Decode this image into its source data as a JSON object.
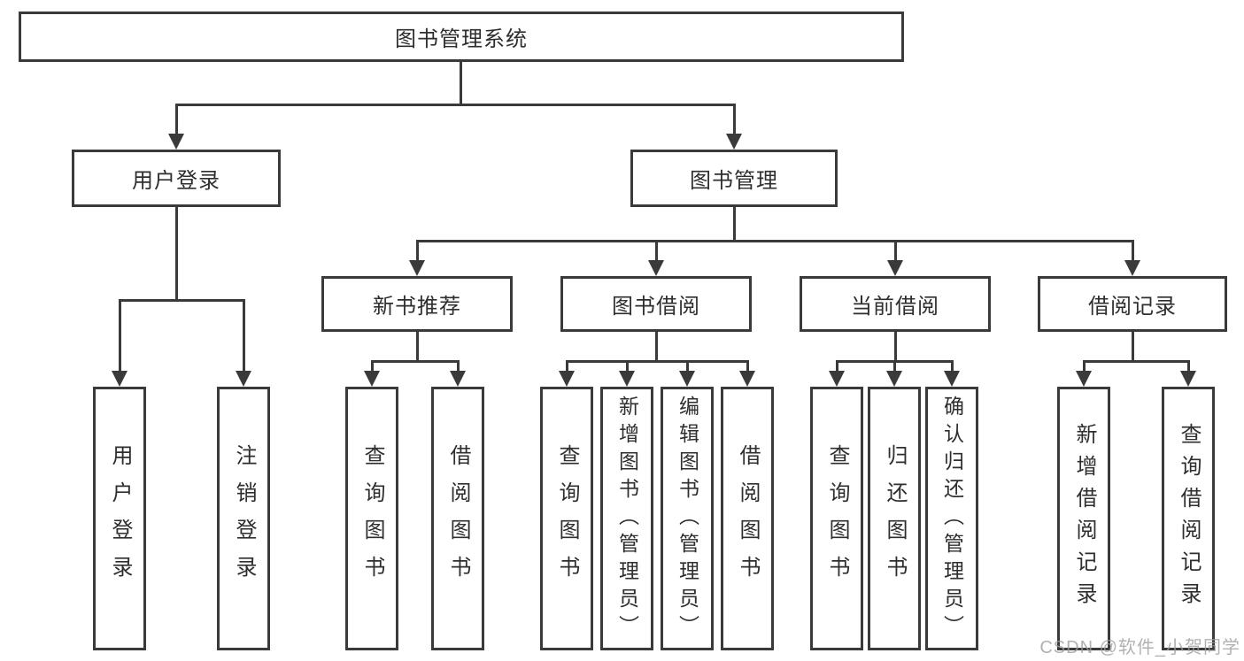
{
  "diagram": {
    "title_node": "图书管理系统",
    "level2": {
      "user_login": "用户登录",
      "book_mgmt": "图书管理"
    },
    "level3": {
      "new_book": "新书推荐",
      "book_borrow": "图书借阅",
      "current_borrow": "当前借阅",
      "borrow_records": "借阅记录"
    },
    "leaves": {
      "user_login_children": [
        "用户登录",
        "注销登录"
      ],
      "new_book_children": [
        "查询图书",
        "借阅图书"
      ],
      "book_borrow_children": [
        "查询图书",
        "新增图书（管理员）",
        "编辑图书（管理员）",
        "借阅图书"
      ],
      "current_borrow_children": [
        "查询图书",
        "归还图书",
        "确认归还（管理员）"
      ],
      "borrow_records_children": [
        "新增借阅记录",
        "查询借阅记录"
      ]
    }
  },
  "watermark": "CSDN @软件_小贺同学",
  "colors": {
    "line": "#3a3a3a",
    "text": "#2e2e2e",
    "watermark": "#9e9e9e",
    "background": "#ffffff"
  }
}
